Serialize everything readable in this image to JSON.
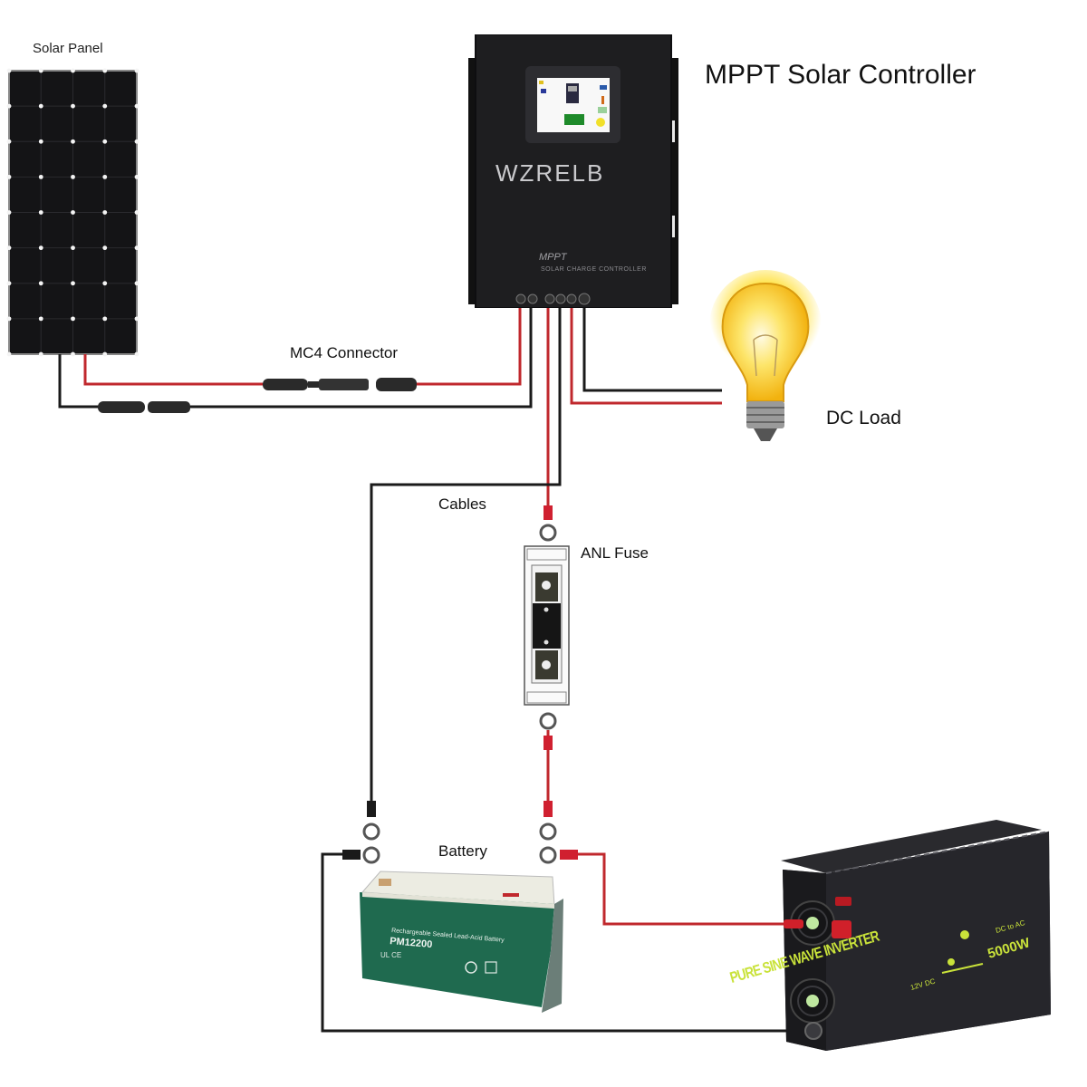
{
  "diagram": {
    "title": "MPPT Solar Controller",
    "components": {
      "solar_panel": {
        "label": "Solar Panel"
      },
      "controller": {
        "label": "MPPT Solar Controller",
        "brand": "WZRELB",
        "model_text": "MPPT",
        "subtitle_text": "SOLAR CHARGE CONTROLLER"
      },
      "mc4": {
        "label": "MC4 Connector"
      },
      "dc_load": {
        "label": "DC Load"
      },
      "cables": {
        "label": "Cables"
      },
      "fuse": {
        "label": "ANL Fuse"
      },
      "battery": {
        "label": "Battery",
        "model": "PM12200",
        "description": "Rechargeable Sealed Lead-Acid Battery"
      },
      "inverter": {
        "brand_text": "PURE SINE WAVE INVERTER",
        "rating": "5000W",
        "dc_ac": "DC to AC",
        "voltage": "12V DC"
      }
    },
    "colors": {
      "positive_wire": "#c0282d",
      "negative_wire": "#1a1a1a",
      "device_body": "#1e1e20",
      "battery_green": "#1f6a4f",
      "bulb_yellow": "#f7c81a",
      "inverter_text": "#c9e23a"
    }
  }
}
